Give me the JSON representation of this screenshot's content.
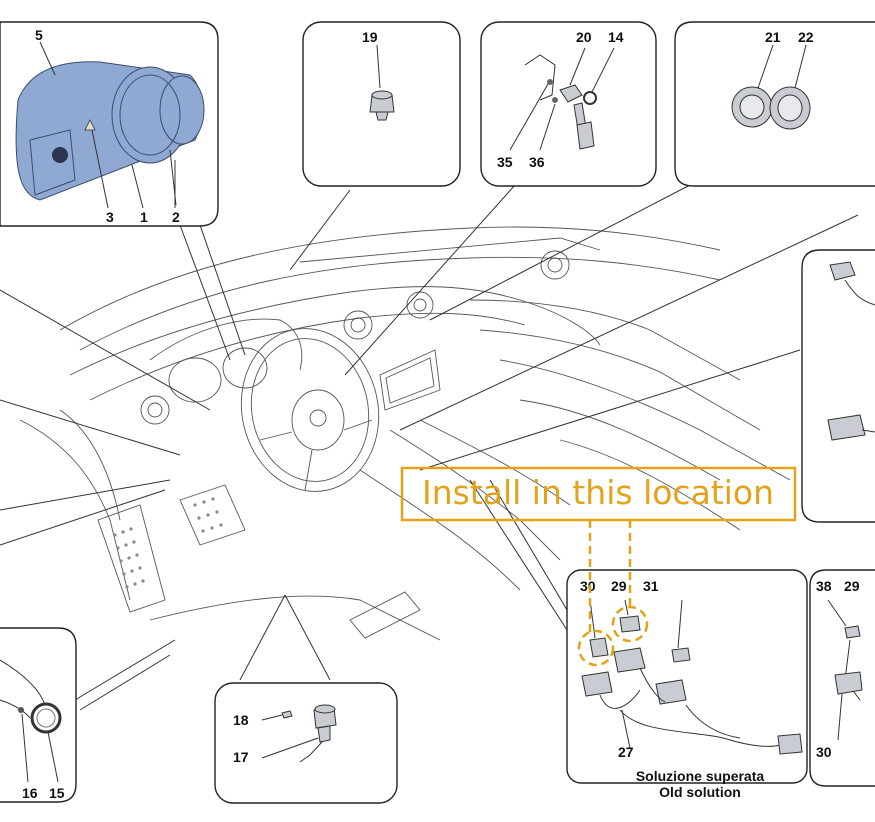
{
  "diagram": {
    "callouts": {
      "c5": "5",
      "c3": "3",
      "c1": "1",
      "c2": "2",
      "c19": "19",
      "c20": "20",
      "c14": "14",
      "c35": "35",
      "c36": "36",
      "c21": "21",
      "c22": "22",
      "c18": "18",
      "c17": "17",
      "c16": "16",
      "c15": "15",
      "c30": "30",
      "c29": "29",
      "c31": "31",
      "c27": "27",
      "c38": "38",
      "c29b": "29",
      "c30b": "30"
    },
    "annotation": {
      "text": "Install in this location",
      "color": "#e3a21a"
    },
    "caption": {
      "line1": "Soluzione superata",
      "line2": "Old solution"
    },
    "colors": {
      "highlight": "#e3a21a",
      "cluster_blue": "#8fa9d3"
    }
  }
}
